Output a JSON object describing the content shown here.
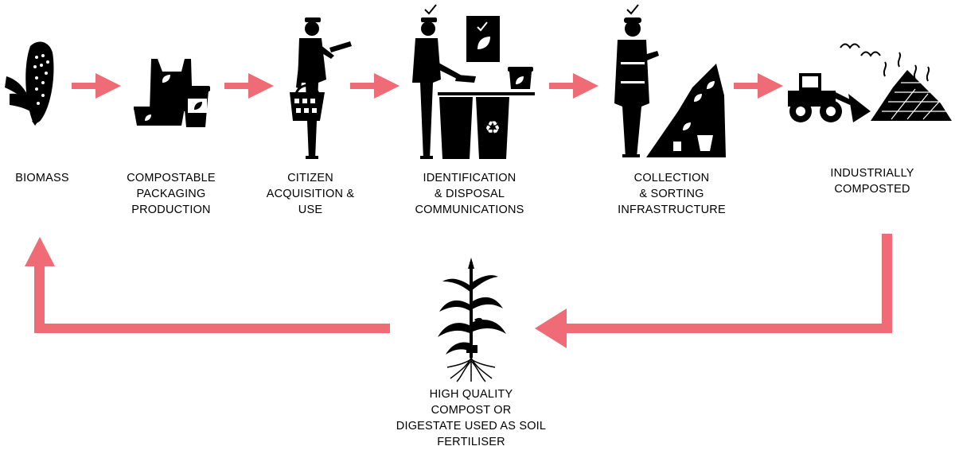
{
  "colors": {
    "arrow": "#ef6b75",
    "icon": "#000000",
    "background": "#ffffff"
  },
  "stages": [
    {
      "label": "BIOMASS",
      "icon": "corn-cob-icon"
    },
    {
      "label": "COMPOSTABLE\nPACKAGING\nPRODUCTION",
      "icon": "packaging-icon"
    },
    {
      "label": "CITIZEN\nACQUISITION &\nUSE",
      "icon": "shopper-icon"
    },
    {
      "label": "IDENTIFICATION\n& DISPOSAL\nCOMMUNICATIONS",
      "icon": "disposal-bins-icon"
    },
    {
      "label": "COLLECTION\n& SORTING\nINFRASTRUCTURE",
      "icon": "waste-worker-icon"
    },
    {
      "label": "INDUSTRIALLY\nCOMPOSTED",
      "icon": "bulldozer-compost-icon"
    }
  ],
  "final_stage": {
    "label": "HIGH QUALITY\nCOMPOST OR\nDIGESTATE USED AS SOIL\nFERTILISER",
    "icon": "corn-plant-icon"
  }
}
